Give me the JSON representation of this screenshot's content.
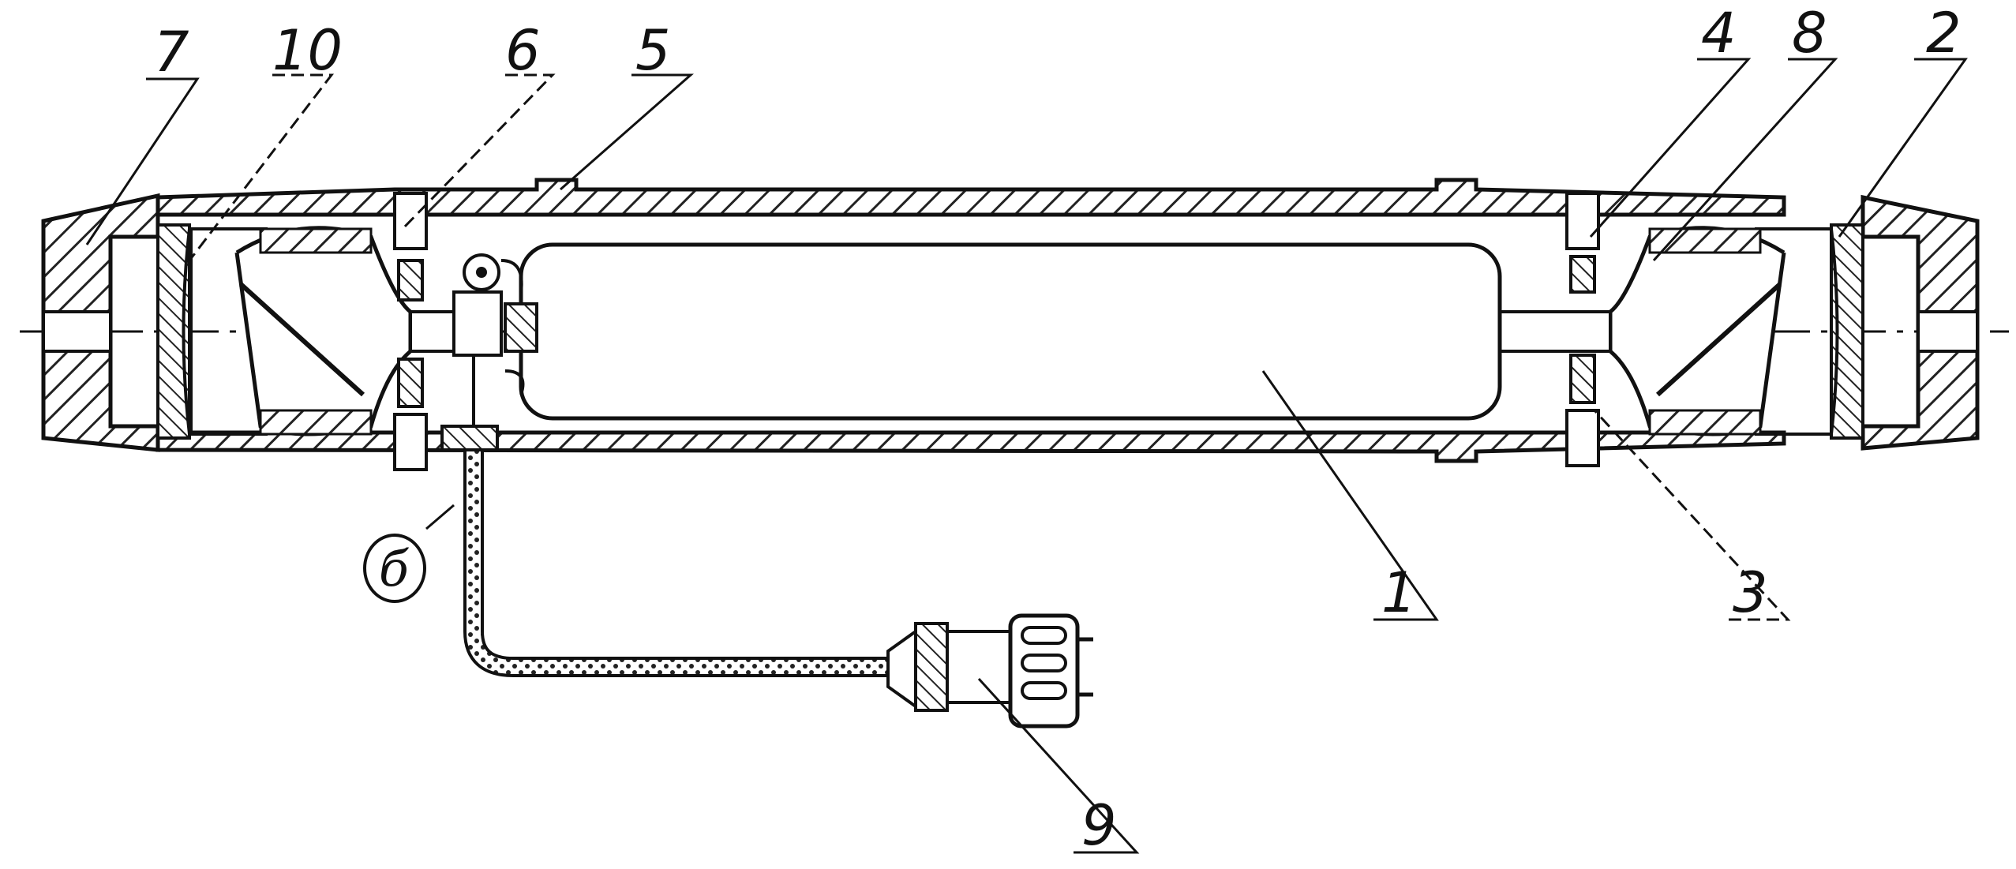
{
  "figure": {
    "colors": {
      "ink": "#111111",
      "paper": "#ffffff",
      "hatch": "#222222"
    },
    "callouts": [
      {
        "id": "7",
        "text": "7"
      },
      {
        "id": "10",
        "text": "10"
      },
      {
        "id": "6",
        "text": "6"
      },
      {
        "id": "5",
        "text": "5"
      },
      {
        "id": "4",
        "text": "4"
      },
      {
        "id": "8",
        "text": "8"
      },
      {
        "id": "2",
        "text": "2"
      },
      {
        "id": "1",
        "text": "1"
      },
      {
        "id": "3",
        "text": "3"
      },
      {
        "id": "9",
        "text": "9"
      },
      {
        "id": "b",
        "text": "б"
      }
    ]
  }
}
